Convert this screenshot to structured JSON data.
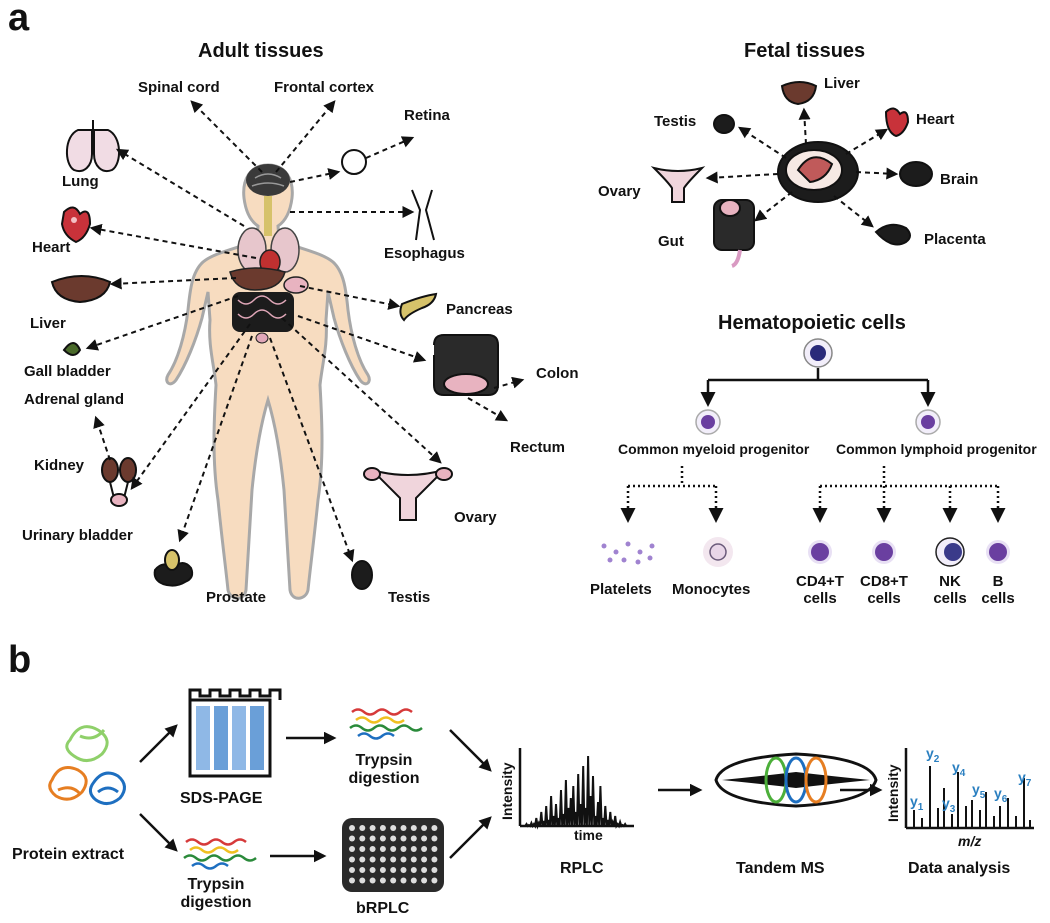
{
  "panels": {
    "a": "a",
    "b": "b"
  },
  "adult": {
    "title": "Adult tissues",
    "labels": {
      "spinal_cord": "Spinal cord",
      "frontal_cortex": "Frontal cortex",
      "retina": "Retina",
      "lung": "Lung",
      "heart": "Heart",
      "esophagus": "Esophagus",
      "liver": "Liver",
      "pancreas": "Pancreas",
      "gall_bladder": "Gall bladder",
      "adrenal_gland": "Adrenal gland",
      "colon": "Colon",
      "rectum": "Rectum",
      "kidney": "Kidney",
      "ovary": "Ovary",
      "urinary_bladder": "Urinary bladder",
      "prostate": "Prostate",
      "testis": "Testis"
    }
  },
  "fetal": {
    "title": "Fetal tissues",
    "labels": {
      "liver": "Liver",
      "testis": "Testis",
      "heart": "Heart",
      "brain": "Brain",
      "ovary": "Ovary",
      "gut": "Gut",
      "placenta": "Placenta"
    }
  },
  "hema": {
    "title": "Hematopoietic cells",
    "myeloid": "Common myeloid progenitor",
    "lymphoid": "Common lymphoid progenitor",
    "platelets": "Platelets",
    "monocytes": "Monocytes",
    "cd4": [
      "CD4+T",
      "cells"
    ],
    "cd8": [
      "CD8+T",
      "cells"
    ],
    "nk": [
      "NK",
      "cells"
    ],
    "b": [
      "B",
      "cells"
    ]
  },
  "workflow": {
    "protein_extract": "Protein extract",
    "sds_page": "SDS-PAGE",
    "trypsin_top": [
      "Trypsin",
      "digestion"
    ],
    "trypsin_bottom": [
      "Trypsin",
      "digestion"
    ],
    "brplc": "bRPLC",
    "rplc": "RPLC",
    "tandem_ms": "Tandem MS",
    "data_analysis": "Data analysis",
    "chromatogram": {
      "xlabel": "time",
      "ylabel": "Intensity"
    },
    "spectrum": {
      "xlabel": "m/z",
      "ylabel": "Intensity",
      "ions": [
        "y1",
        "y2",
        "y3",
        "y4",
        "y5",
        "y6",
        "y7"
      ]
    }
  },
  "colors": {
    "skin": "#f7dcc0",
    "organ": "#6b3a2e",
    "cell": "#6a3fa0",
    "ion": "#2a7fc0"
  }
}
